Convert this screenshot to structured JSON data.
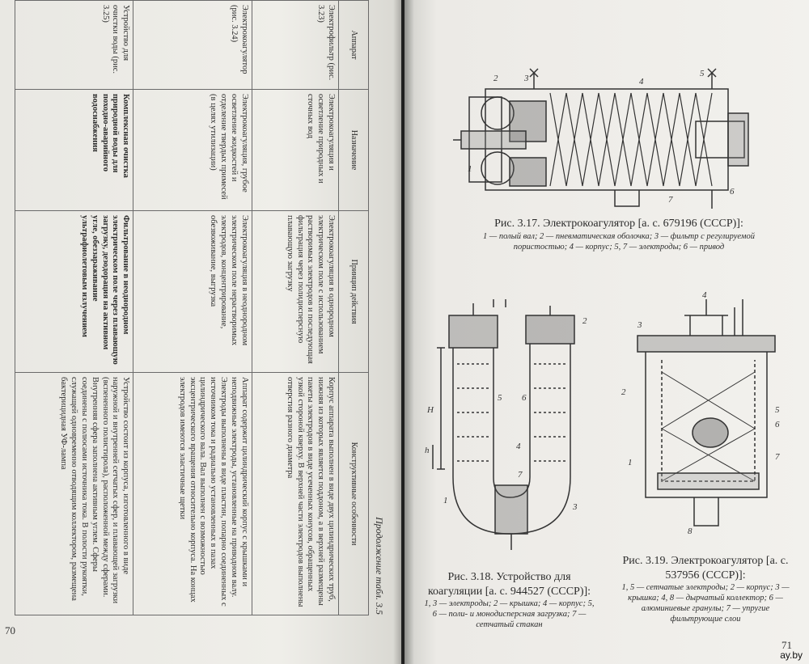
{
  "left_page": {
    "page_number": "70",
    "continuation_title": "Продолжение табл. 3.5",
    "columns": [
      "Аппарат",
      "Назначение",
      "Принцип действия",
      "Конструктивные особенности"
    ],
    "rows": [
      {
        "apparatus": "Электрофильтр (рис. 3.23)",
        "purpose": "Электрокоагуляция и осветление природных и сточных вод",
        "principle": "Электрокоагуляция в однородном электрическом поле с использованием растворимых электродов и последующая фильтрация через полидисперсную плавающую загрузку",
        "features": "Корпус аппарата выполнен в виде двух цилиндрических труб, нижняя из которых является поддоном, а в верхней размещены пакеты электродов в виде усеченных конусов, обращенных узкой стороной кверху. В верхней части электродов выполнены отверстия разного диаметра"
      },
      {
        "apparatus": "Электрокоагулятор (рис. 3.24)",
        "purpose": "Электрокоагуляция, грубое осветление жидкостей и отделение твердых примесей (в целях утилизации)",
        "principle": "Электрокоагуляция в неоднородном электрическом поле нерастворимых электродов, концентрирование, обезвоживание, выгрузка",
        "features": "Аппарат содержит цилиндрический корпус с крышками и неподвижные электроды, установленные на приводном валу. Электроды выполнены в виде пластин, попарно соединенных с источником тока и радиально установленных в пазах цилиндрического вала. Вал выполнен с возможностью эксцентрического вращения относительно корпуса. На концах электродов имеются эластичные щетки"
      },
      {
        "apparatus": "Устройство для очистки воды (рис. 3.25)",
        "purpose": "Комплексная очистка природной воды для походно-аварийного водоснабжения",
        "principle": "Фильтрование в неоднородном электрическом поле через плавающую загрузку, дезодорация на активном угле, обеззараживание ультрафиолетовым излучением",
        "features": "Устройство состоит из корпуса, изготовленного в виде наружной и внутренней сетчатых сфер, и плавающей загрузки (вспененного полистирола), расположенной между сферами. Внутренняя сфера заполнена активным углем. Сферы соединены с полюсами источника тока. В полости рукоятки, служащей одновременно отводящим коллектором, размещена бактерицидная УФ-лампа"
      }
    ]
  },
  "right_page": {
    "page_number": "71",
    "watermark": "ay.by",
    "fig317": {
      "title": "Рис. 3.17. Электрокоагулятор [а. с. 679196 (СССР)]:",
      "legend": "1 — полый вал; 2 — пневматическая оболочка; 3 — фильтр с регулируемой пористостью; 4 — корпус; 5, 7 — электроды; 6 — привод",
      "labels": [
        "1",
        "2",
        "3",
        "4",
        "5",
        "6",
        "7"
      ]
    },
    "fig318": {
      "title": "Рис. 3.18. Устройство для коагуляции [а. с. 944527 (СССР)]:",
      "legend": "1, 3 — электроды; 2 — крышка; 4 — корпус; 5, 6 — поли- и монодисперсная загрузка; 7 — сетчатый стакан",
      "labels": [
        "1",
        "2",
        "3",
        "4",
        "5",
        "6",
        "7",
        "H",
        "h"
      ]
    },
    "fig319": {
      "title": "Рис. 3.19. Электрокоагулятор [а. с. 537956 (СССР)]:",
      "legend": "1, 5 — сетчатые электроды; 2 — корпус; 3 — крышка; 4, 8 — дырчатый коллектор; 6 — алюминиевые гранулы; 7 — упругие фильтрующие слои",
      "labels": [
        "1",
        "2",
        "3",
        "4",
        "5",
        "6",
        "7",
        "8"
      ]
    }
  },
  "colors": {
    "paper": "#efeee9",
    "ink": "#2b2b2b",
    "line": "#6a6a6a"
  }
}
